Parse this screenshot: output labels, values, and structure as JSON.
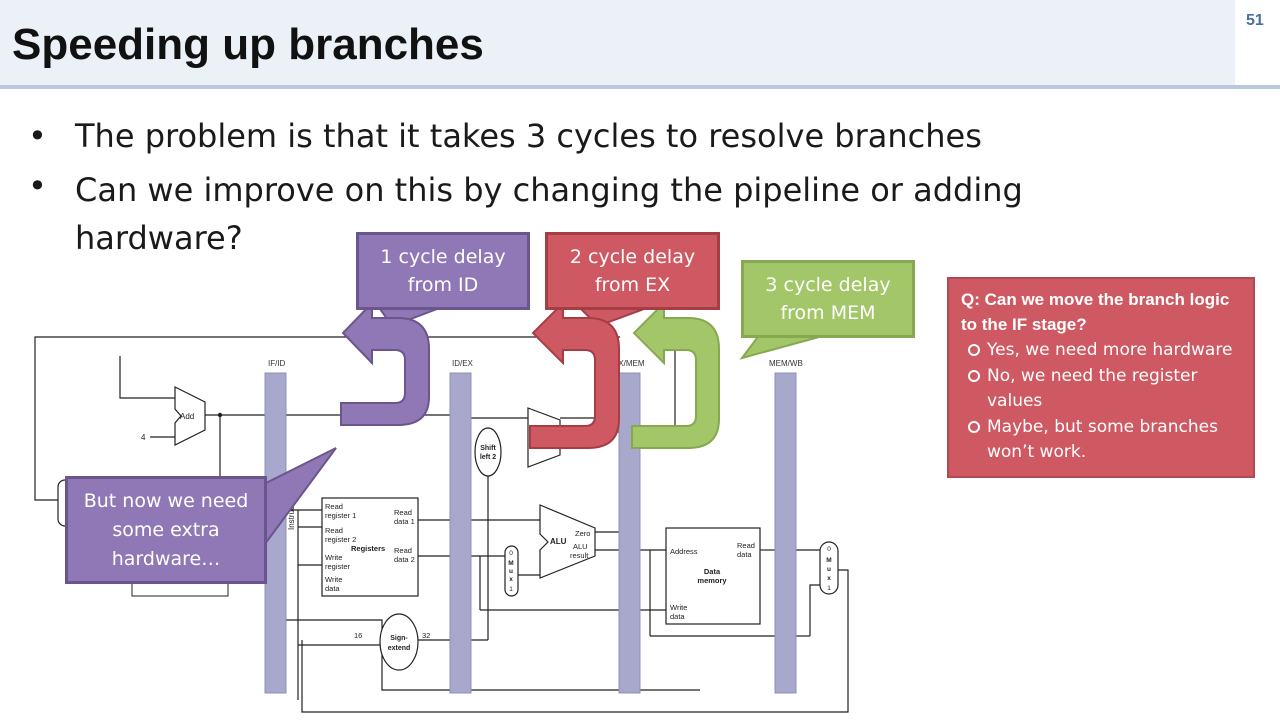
{
  "slide": {
    "title": "Speeding up branches",
    "page_number": "51"
  },
  "bullets": [
    "The problem is that it takes 3 cycles to resolve branches",
    "Can we improve on this by changing the pipeline or adding hardware?"
  ],
  "bullet_glyph": "•",
  "callouts": {
    "id_delay": "1 cycle delay from ID",
    "ex_delay": "2 cycle delay from EX",
    "mem_delay": "3 cycle delay from MEM",
    "note": "But now we need some extra hardware…"
  },
  "question": {
    "title": "Q: Can we move the branch logic to the IF stage?",
    "options": [
      "Yes, we need more hardware",
      "No, we need the register values",
      "Maybe, but some branches won’t work."
    ]
  },
  "datapath": {
    "stage_registers": [
      "IF/ID",
      "ID/EX",
      "EX/MEM",
      "MEM/WB"
    ],
    "adder_label": "Add",
    "adder_input_constant": "4",
    "shift_label_1": "Shift",
    "shift_label_2": "left 2",
    "alu_label": "ALU",
    "alu_zero": "Zero",
    "alu_result_1": "ALU",
    "alu_result_2": "result",
    "instruction_label": "Instruction",
    "registers": {
      "title": "Registers",
      "read_reg1_a": "Read",
      "read_reg1_b": "register 1",
      "read_reg2_a": "Read",
      "read_reg2_b": "register 2",
      "write_reg_a": "Write",
      "write_reg_b": "register",
      "write_data_a": "Write",
      "write_data_b": "data",
      "read_data1_a": "Read",
      "read_data1_b": "data 1",
      "read_data2_a": "Read",
      "read_data2_b": "data 2"
    },
    "data_memory": {
      "title_a": "Data",
      "title_b": "memory",
      "address": "Address",
      "read_data_a": "Read",
      "read_data_b": "data",
      "write_data_a": "Write",
      "write_data_b": "data"
    },
    "sign_extend_a": "Sign-",
    "sign_extend_b": "extend",
    "width_in": "16",
    "width_out": "32",
    "mux_letters": [
      "0",
      "M",
      "u",
      "x",
      "1"
    ]
  }
}
